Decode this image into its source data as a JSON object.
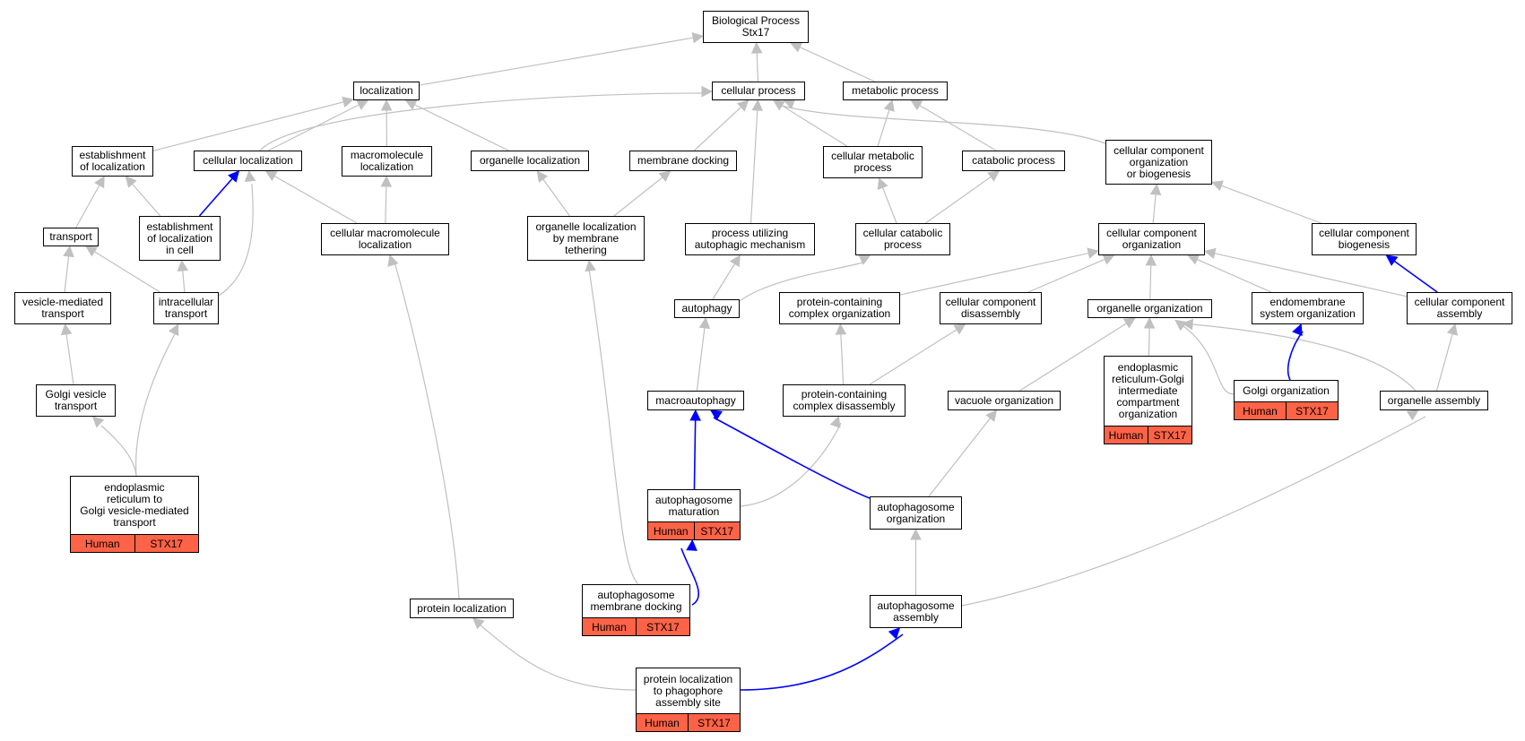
{
  "nodes": {
    "bp": "Biological Process\nStx17",
    "loc": "localization",
    "cp": "cellular process",
    "mp": "metabolic process",
    "eol": "establishment\nof localization",
    "cl": "cellular localization",
    "ml": "macromolecule\nlocalization",
    "ol": "organelle localization",
    "md": "membrane docking",
    "cmetp": "cellular metabolic\nprocess",
    "catp": "catabolic process",
    "ccob": "cellular component\norganization\nor biogenesis",
    "tr": "transport",
    "eolc": "establishment\nof localization\nin cell",
    "cml": "cellular macromolecule\nlocalization",
    "olmt": "organelle localization\nby membrane\ntethering",
    "puam": "process utilizing\nautophagic mechanism",
    "ccatp": "cellular catabolic\nprocess",
    "cco": "cellular component\norganization",
    "ccb": "cellular component\nbiogenesis",
    "vmt": "vesicle-mediated\ntransport",
    "it": "intracellular\ntransport",
    "aut": "autophagy",
    "pcco": "protein-containing\ncomplex organization",
    "ccd": "cellular component\ndisassembly",
    "oo": "organelle organization",
    "eso": "endomembrane\nsystem organization",
    "cca": "cellular component\nassembly",
    "gvt": "Golgi vesicle\ntransport",
    "ma": "macroautophagy",
    "pccd": "protein-containing\ncomplex disassembly",
    "vo": "vacuole organization",
    "ergic": "endoplasmic\nreticulum-Golgi\nintermediate\ncompartment\norganization",
    "go": "Golgi organization",
    "oa": "organelle assembly",
    "ergv": "endoplasmic\nreticulum to\nGolgi vesicle-mediated\ntransport",
    "apm": "autophagosome\nmaturation",
    "apo": "autophagosome\norganization",
    "pl": "protein localization",
    "apmd": "autophagosome\nmembrane docking",
    "apa": "autophagosome\nassembly",
    "plpas": "protein localization\nto phagophore\nassembly site"
  },
  "annotation": {
    "species": "Human",
    "gene": "STX17"
  },
  "colors": {
    "annotation_fill": "#ff6347",
    "edge_gray": "#c0c0c0",
    "edge_blue": "#0000ff"
  }
}
